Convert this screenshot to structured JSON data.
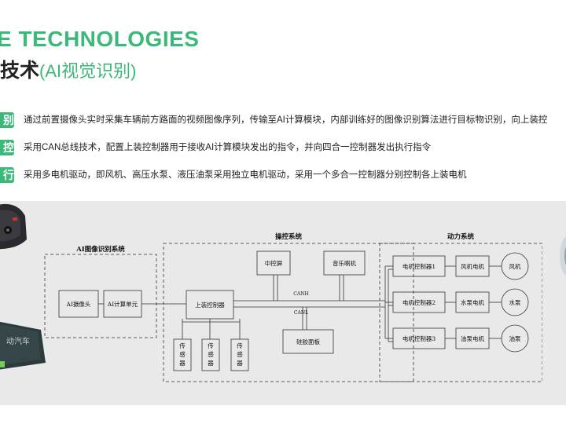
{
  "header": {
    "title_en": "E TECHNOLOGIES",
    "title_cn": "技术",
    "title_cn_sub": "(AI视觉识别)"
  },
  "features": [
    {
      "tag": "别",
      "text": "通过前置摄像头实时采集车辆前方路面的视频图像序列，传输至AI计算模块，内部训练好的图像识别算法进行目标物识别，向上装控"
    },
    {
      "tag": "控",
      "text": "采用CAN总线技术，配置上装控制器用于接收AI计算模块发出的指令，并向四合一控制器发出执行指令"
    },
    {
      "tag": "行",
      "text": "采用多电机驱动，即风机、高压水泵、液压油泵采用独立电机驱动，采用一个多合一控制器分别控制各上装电机"
    }
  ],
  "diagram": {
    "ai_system": {
      "label": "AI图像识别系统",
      "camera": "AI摄像头",
      "compute": "AI计算单元"
    },
    "control_system": {
      "label": "操控系统",
      "main_screen": "中控屏",
      "speaker": "音乐喇机",
      "controller": "上装控制器",
      "sensors": [
        "传感器",
        "传感器",
        "传感器"
      ],
      "panel": "硅胶面板",
      "canh": "CANH",
      "canl": "CANL"
    },
    "power_system": {
      "label": "动力系统",
      "rows": [
        {
          "controller": "电机控制器1",
          "motor": "风机电机",
          "load": "风机"
        },
        {
          "controller": "电机控制器2",
          "motor": "水泵电机",
          "load": "水泵"
        },
        {
          "controller": "电机控制器3",
          "motor": "油泵电机",
          "load": "油泵"
        }
      ]
    }
  },
  "device_label": "动汽车",
  "colors": {
    "accent": "#3cb878",
    "band": "#e9e9e9"
  }
}
